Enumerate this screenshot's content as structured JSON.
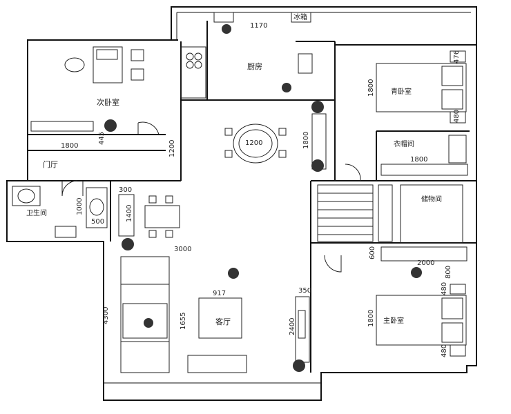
{
  "rooms": {
    "second_bedroom": "次卧室",
    "kitchen": "厨房",
    "fridge": "冰箱",
    "master_bedroom_top": "青卧室",
    "cloakroom": "衣帽间",
    "hallway": "门厅",
    "bathroom": "卫生间",
    "storage": "储物间",
    "master_bedroom_bottom": "主卧室",
    "living_room": "客厅"
  },
  "dimensions": {
    "kitchen_width": "1170",
    "entry_width": "1800",
    "entry_depth": "445",
    "wall_1200": "1200",
    "dining_table": "1200",
    "dining_depth": "1800",
    "br_top_bed_length": "1800",
    "br_top_476": "476",
    "br_top_480": "480",
    "cloak_width": "1800",
    "bath_vanity_1000": "1000",
    "bath_500": "500",
    "corridor_300": "300",
    "corridor_1400": "1400",
    "living_width": "3000",
    "living_height": "4300",
    "rug_width": "917",
    "rug_depth": "1655",
    "tv_wall_350": "350",
    "tv_wall_2400": "2400",
    "wardrobe_600": "600",
    "br_bottom_width": "2000",
    "br_bottom_800": "800",
    "br_bottom_480_top": "480",
    "br_bottom_bed_length": "1800",
    "br_bottom_480_bottom": "480"
  }
}
